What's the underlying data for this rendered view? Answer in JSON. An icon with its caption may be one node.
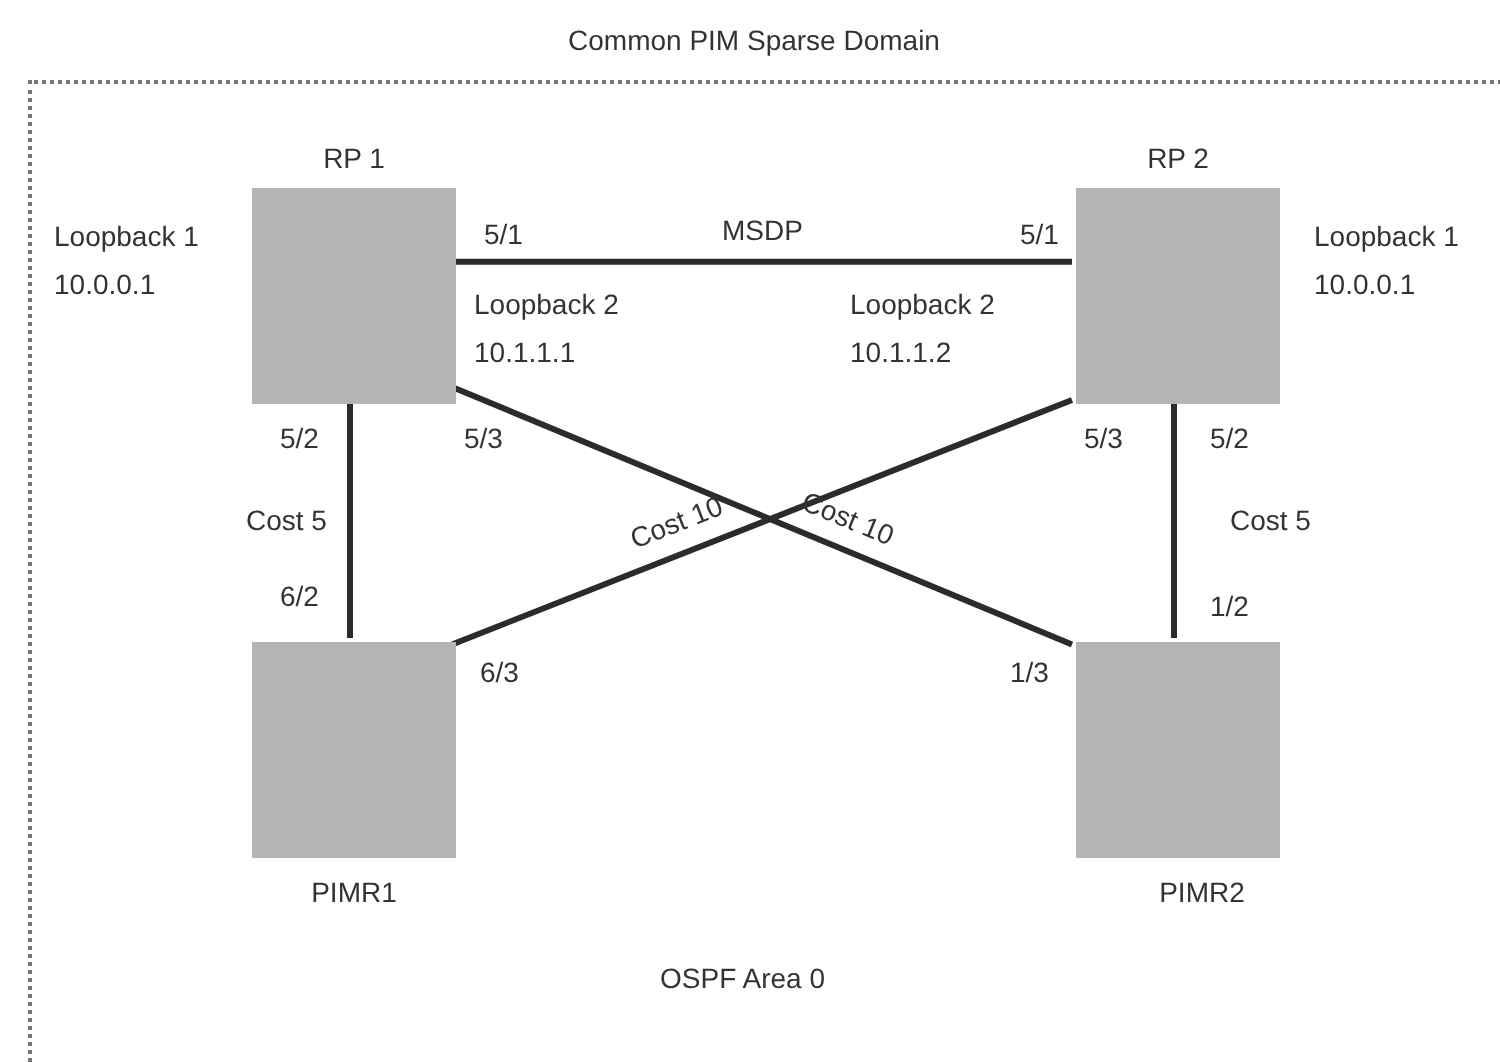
{
  "diagram": {
    "nodes": [
      {
        "text": [
          "Common PIM Sparse Domain"
        ]
      },
      {
        "text": [
          "RP 1"
        ],
        "in": 0,
        "beside": [
          "Loopback 1 10.0.0.1"
        ]
      },
      {
        "text": [
          "RP 2"
        ],
        "in": 0,
        "beside": [
          "Loopback 1 10.0.0.1"
        ]
      },
      {
        "text": [
          "PIMR1"
        ],
        "in": 0
      },
      {
        "text": [
          "PIMR2"
        ],
        "in": 0
      }
    ],
    "edges": [
      {
        "from": 1,
        "to": 2,
        "arrow": "none",
        "label": "MSDP"
      },
      {
        "from": 1,
        "to": 3,
        "arrow": "none",
        "label": "Cost 5"
      },
      {
        "from": 2,
        "to": 4,
        "arrow": "none",
        "label": "Cost 5"
      },
      {
        "from": 1,
        "to": 4,
        "arrow": "none",
        "label": "Cost 10"
      },
      {
        "from": 2,
        "to": 3,
        "arrow": "none",
        "label": "Cost 10"
      }
    ],
    "labels": [
      "5/1",
      "5/1",
      "Loopback 2 10.1.1.1",
      "Loopback 2 10.1.1.2",
      "5/2",
      "5/3",
      "5/3",
      "5/2",
      "6/2",
      "6/3",
      "1/3",
      "1/2",
      "OSPF Area 0"
    ]
  }
}
